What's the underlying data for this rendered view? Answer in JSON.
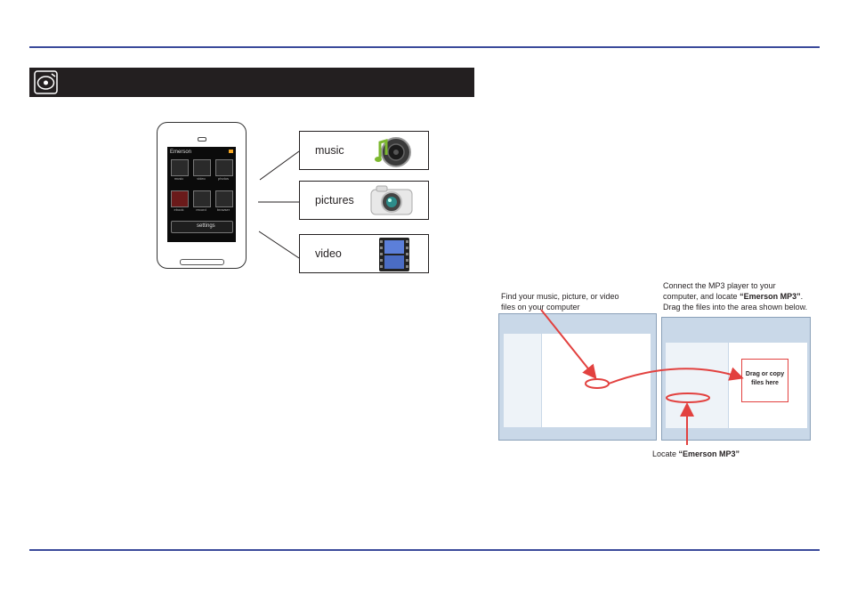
{
  "page": {
    "categories": {
      "music": "music",
      "pictures": "pictures",
      "video": "video"
    },
    "device": {
      "brand": "Emerson",
      "apps": [
        "music",
        "video",
        "photos",
        "ebook",
        "record",
        "browser"
      ],
      "settings": "settings"
    },
    "captions": {
      "find": [
        "Find your music, picture, or video",
        "files on your computer"
      ],
      "connect": {
        "line1": "Connect the MP3 player to your",
        "line2_pre": "computer, and locate ",
        "line2_bold": "“Emerson MP3”",
        "line2_post": ".",
        "line3": "Drag the files into the area shown below."
      },
      "locate": {
        "pre": "Locate ",
        "bold": "“Emerson MP3”"
      },
      "drop": [
        "Drag or copy",
        "files here"
      ]
    },
    "colors": {
      "rule": "#3b4a9b",
      "annotation": "#e2413f",
      "banner": "#231f20"
    }
  }
}
